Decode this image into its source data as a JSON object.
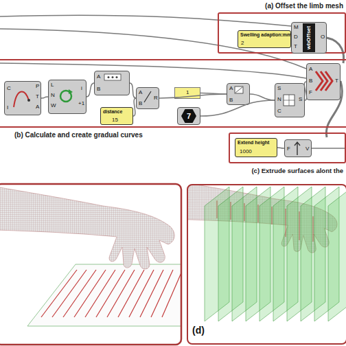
{
  "diagram": {
    "nodes": [
      {
        "text": [
          "(a) Offset the limb mesh"
        ]
      },
      {
        "text": [
          "Swelling adaption:mm",
          "2"
        ],
        "in": 0
      },
      {
        "text": [
          "M",
          "D",
          "T",
          "wbOffset",
          "O"
        ],
        "in": 0
      },
      {
        "text": [
          "(b) Calculate and create gradual curves"
        ]
      },
      {
        "text": [
          "C",
          "I",
          "P",
          "T",
          "A"
        ],
        "in": 3
      },
      {
        "text": [
          "L",
          "N",
          "W",
          "i",
          "+1"
        ],
        "in": 3
      },
      {
        "text": [
          "A",
          "B"
        ],
        "in": 3
      },
      {
        "text": [
          "distance",
          "15"
        ],
        "in": 3
      },
      {
        "text": [
          "A",
          "B",
          "R"
        ],
        "in": 3
      },
      {
        "text": [
          "1"
        ],
        "in": 3
      },
      {
        "text": [
          "7"
        ],
        "in": 3
      },
      {
        "text": [
          "A",
          "B"
        ],
        "in": 3
      },
      {
        "text": [
          "S",
          "N",
          "C",
          "S"
        ],
        "in": 3
      },
      {
        "text": [
          "A",
          "B",
          "F",
          "T"
        ],
        "in": 3
      },
      {
        "text": [
          "(c) Extrude surfaces alont the"
        ]
      },
      {
        "text": [
          "Extend height",
          "1000"
        ],
        "in": 14
      },
      {
        "text": [
          "F",
          "V"
        ],
        "in": 14
      },
      {
        "text": [
          "(d)"
        ]
      }
    ],
    "edges": [
      {
        "from": 4,
        "to": 5,
        "arrow": "none"
      },
      {
        "from": 5,
        "to": 6,
        "arrow": "none"
      },
      {
        "from": 6,
        "to": 8,
        "arrow": "none"
      },
      {
        "from": 7,
        "to": 8,
        "arrow": "none"
      },
      {
        "from": 8,
        "to": 11,
        "arrow": "none"
      },
      {
        "from": 9,
        "to": 11,
        "arrow": "none"
      },
      {
        "from": 10,
        "to": 12,
        "arrow": "none"
      },
      {
        "from": 11,
        "to": 12,
        "arrow": "none"
      },
      {
        "from": 12,
        "to": 13,
        "arrow": "none"
      },
      {
        "from": 15,
        "to": 16,
        "arrow": "none"
      }
    ]
  }
}
